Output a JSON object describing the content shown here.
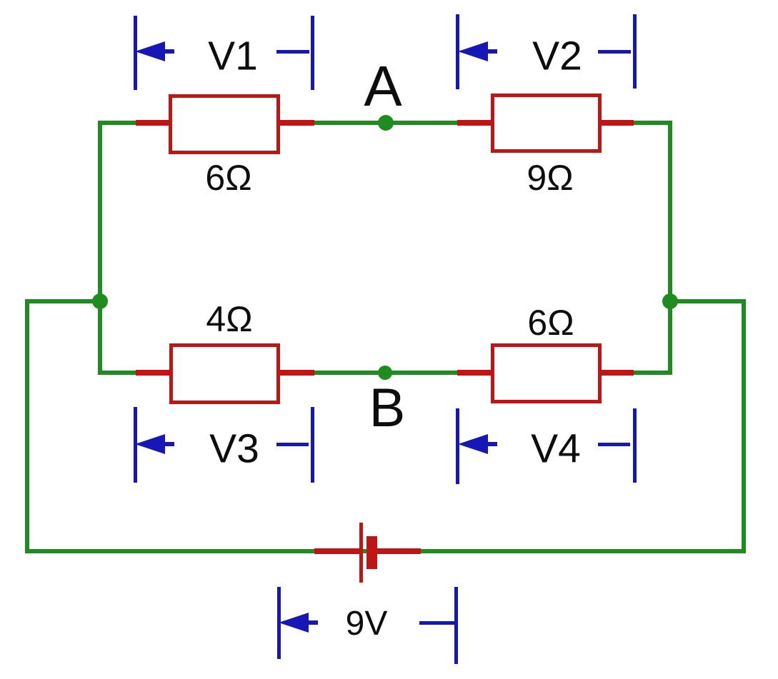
{
  "circuit": {
    "nodes": [
      {
        "id": "A",
        "label": "A"
      },
      {
        "id": "B",
        "label": "B"
      }
    ],
    "resistors": [
      {
        "label": "6Ω",
        "branch": "top",
        "position": "left",
        "measured_by": "V1"
      },
      {
        "label": "9Ω",
        "branch": "top",
        "position": "right",
        "measured_by": "V2"
      },
      {
        "label": "4Ω",
        "branch": "bottom",
        "position": "left",
        "measured_by": "V3"
      },
      {
        "label": "6Ω",
        "branch": "bottom",
        "position": "right",
        "measured_by": "V4"
      }
    ],
    "voltmeters": [
      {
        "label": "V1"
      },
      {
        "label": "V2"
      },
      {
        "label": "V3"
      },
      {
        "label": "V4"
      }
    ],
    "battery": {
      "label": "9V"
    },
    "colors": {
      "wire_green": "#1e8c1e",
      "component_red": "#c01515",
      "annotation_blue": "#1717b8",
      "label_black": "#0d0d0d",
      "background": "#ffffff"
    }
  }
}
